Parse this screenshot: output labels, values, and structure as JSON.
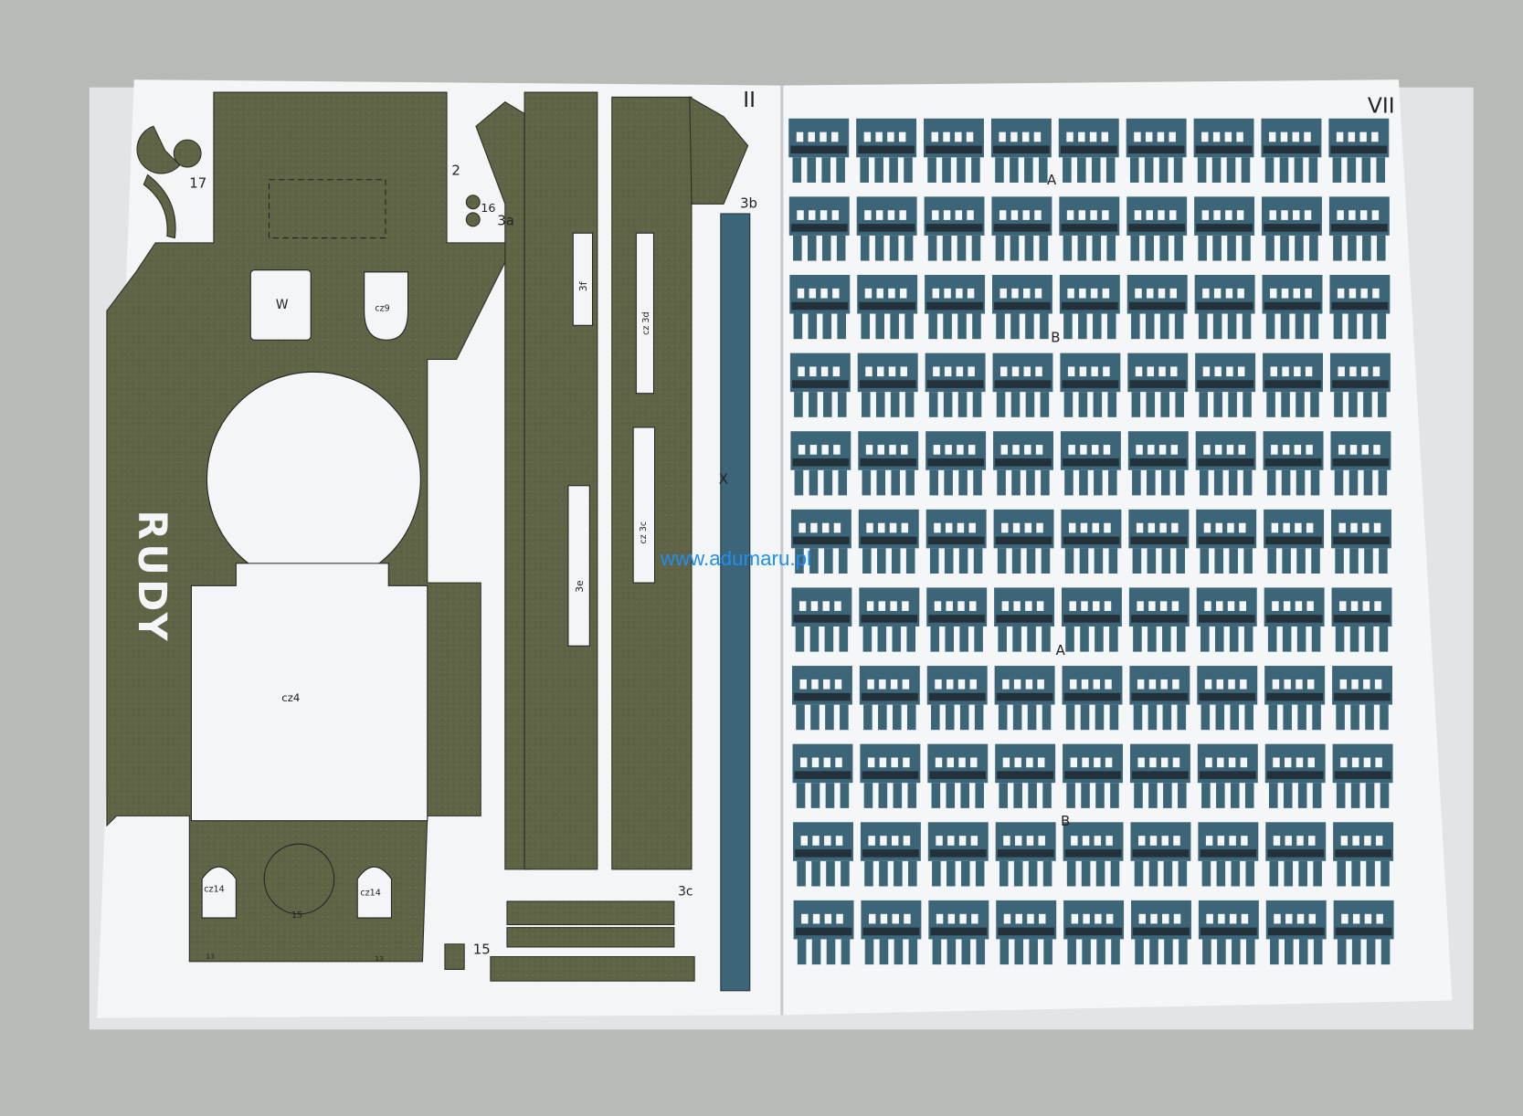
{
  "left_page": {
    "page_number": "II",
    "hull_name": "RUDY",
    "labels": {
      "part_17": "17",
      "part_2": "2",
      "part_16": "16",
      "part_3a": "3a",
      "part_3b": "3b",
      "part_w": "W",
      "part_cz9": "cz9",
      "part_3f": "3f",
      "part_cz3d": "cz 3d",
      "part_cz3c": "cz 3c",
      "part_3e": "3e",
      "part_cz4": "cz4",
      "part_x": "X",
      "part_cz14_left": "cz14",
      "part_cz14_right": "cz14",
      "part_15_hatch": "15",
      "part_15": "15",
      "part_13_left": "13",
      "part_13_right": "13",
      "part_3c_bottom": "3c"
    },
    "colors": {
      "olive": "#5f6446",
      "paper": "#f4f5f7"
    }
  },
  "right_page": {
    "page_number": "VII",
    "markers": [
      "A",
      "B",
      "A",
      "B"
    ],
    "grid_rows": 11,
    "grid_cols": 9,
    "colors": {
      "track": "#3d6578",
      "track_dark": "#23313a"
    }
  },
  "watermark": "www.adumaru.pl"
}
